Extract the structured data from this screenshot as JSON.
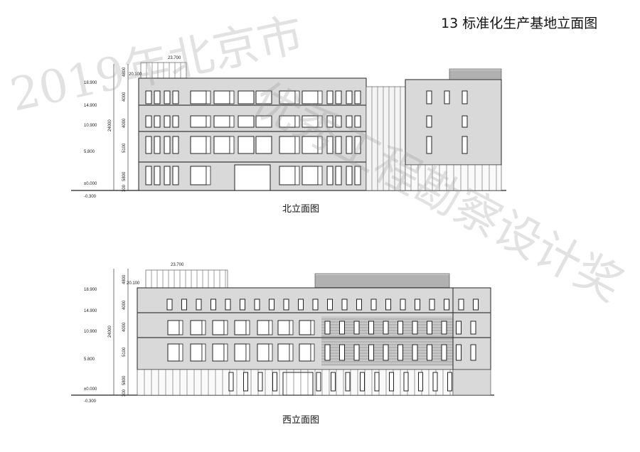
{
  "title": "13 标准化生产基地立面图",
  "watermark": {
    "line1": "优秀工程勘察设计奖",
    "line2": "2019年北京市"
  },
  "north": {
    "caption": "北立面图",
    "levels": [
      "23.700",
      "20.100",
      "18.900",
      "14.900",
      "10.900",
      "5.800",
      "±0.000",
      "-0.300"
    ],
    "dims": [
      "4800",
      "4000",
      "4000",
      "5100",
      "5800",
      "300"
    ],
    "total": "24000"
  },
  "west": {
    "caption": "西立面图",
    "levels": [
      "23.700",
      "20.100",
      "18.900",
      "14.900",
      "10.900",
      "5.800",
      "±0.000",
      "-0.300"
    ],
    "dims": [
      "4800",
      "4000",
      "4000",
      "5100",
      "5800",
      "300"
    ],
    "total": "24000"
  },
  "colors": {
    "facade": "#d9d9d9",
    "line": "#222222",
    "light": "#eeeeee"
  }
}
